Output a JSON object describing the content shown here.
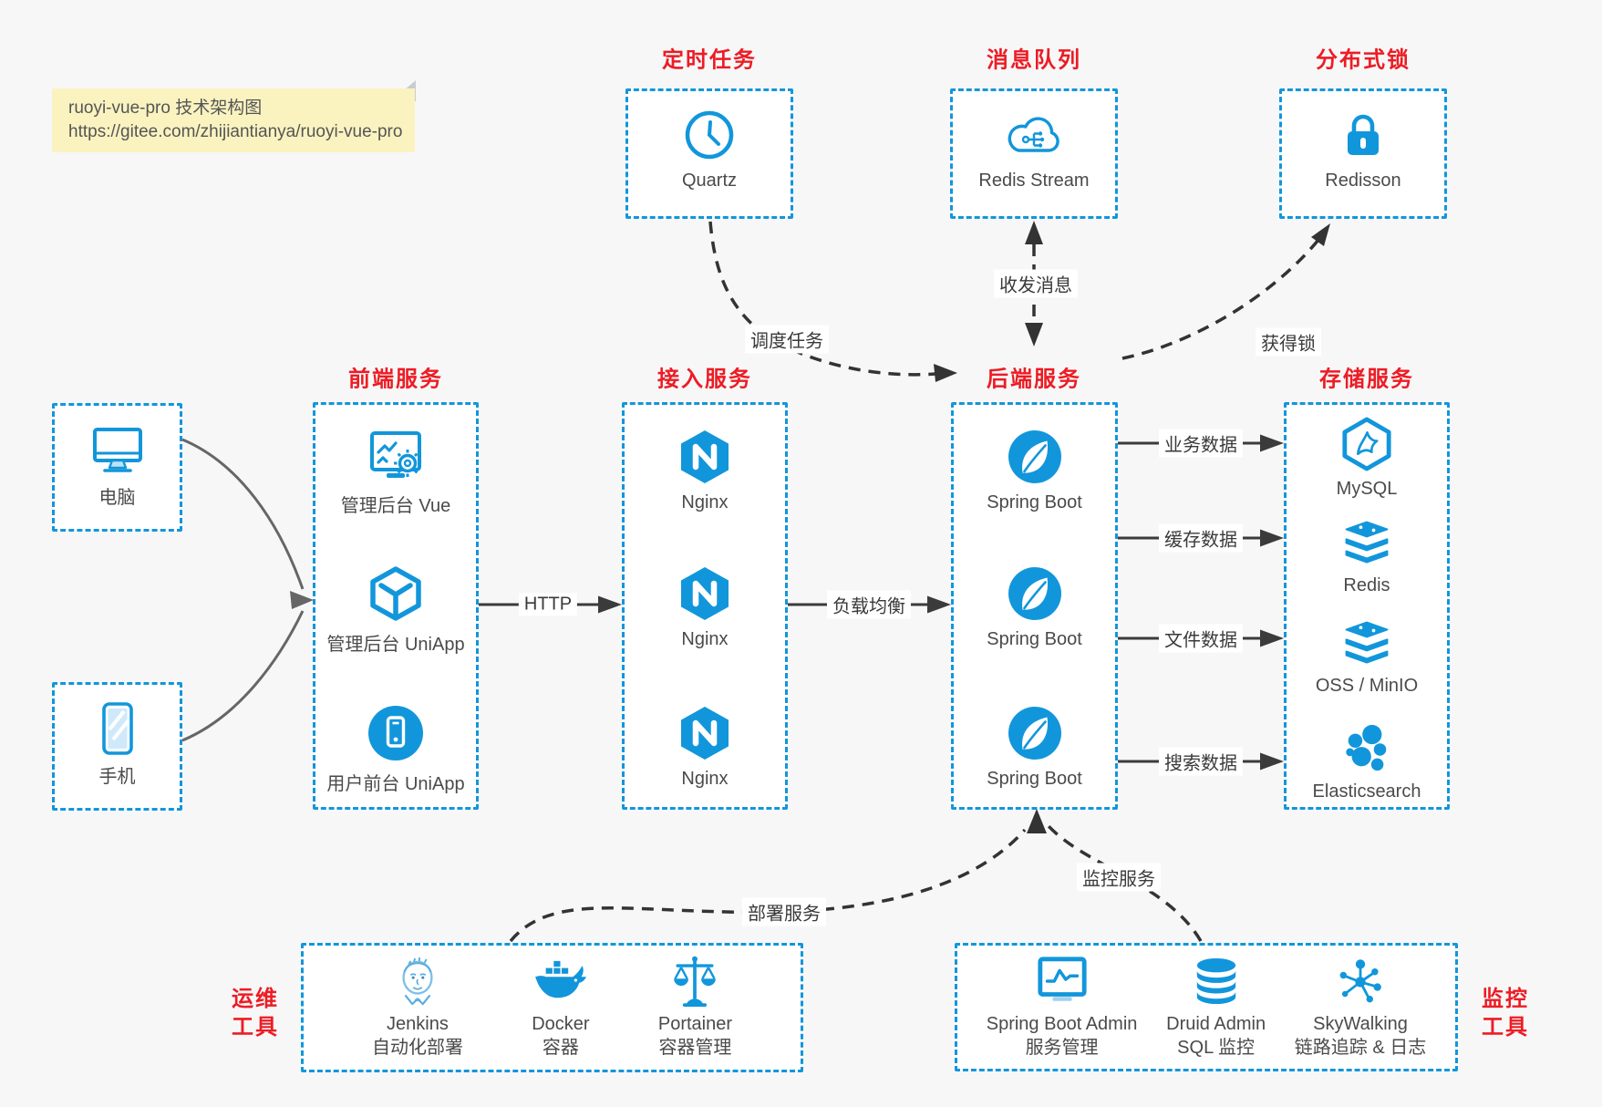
{
  "note": {
    "line1": "ruoyi-vue-pro 技术架构图",
    "line2": "https://gitee.com/zhijiantianya/ruoyi-vue-pro"
  },
  "colors": {
    "accent_blue": "#1296db",
    "title_red": "#ed1c24",
    "note_bg": "#faf3c0",
    "canvas_bg": "#f7f7f8",
    "dark_line": "#333333",
    "client_line_gray": "#666666",
    "text": "#4a4a4a"
  },
  "top_groups": [
    {
      "title": "定时任务",
      "item": {
        "icon": "clock-icon",
        "label": "Quartz"
      }
    },
    {
      "title": "消息队列",
      "item": {
        "icon": "cloud-mq-icon",
        "label": "Redis Stream"
      }
    },
    {
      "title": "分布式锁",
      "item": {
        "icon": "lock-icon",
        "label": "Redisson"
      }
    }
  ],
  "clients": [
    {
      "icon": "desktop-icon",
      "label": "电脑"
    },
    {
      "icon": "smartphone-icon",
      "label": "手机"
    }
  ],
  "columns": [
    {
      "title": "前端服务",
      "items": [
        {
          "icon": "admin-vue-icon",
          "label": "管理后台 Vue"
        },
        {
          "icon": "uniapp-cube-icon",
          "label": "管理后台 UniApp"
        },
        {
          "icon": "mobile-app-icon",
          "label": "用户前台 UniApp"
        }
      ]
    },
    {
      "title": "接入服务",
      "items": [
        {
          "icon": "nginx-icon",
          "label": "Nginx"
        },
        {
          "icon": "nginx-icon",
          "label": "Nginx"
        },
        {
          "icon": "nginx-icon",
          "label": "Nginx"
        }
      ]
    },
    {
      "title": "后端服务",
      "items": [
        {
          "icon": "spring-boot-icon",
          "label": "Spring Boot"
        },
        {
          "icon": "spring-boot-icon",
          "label": "Spring Boot"
        },
        {
          "icon": "spring-boot-icon",
          "label": "Spring Boot"
        }
      ]
    },
    {
      "title": "存储服务",
      "items": [
        {
          "icon": "mysql-icon",
          "label": "MySQL"
        },
        {
          "icon": "redis-stack-icon",
          "label": "Redis"
        },
        {
          "icon": "redis-stack-icon",
          "label": "OSS / MinIO"
        },
        {
          "icon": "elasticsearch-icon",
          "label": "Elasticsearch"
        }
      ]
    }
  ],
  "bottom_groups": [
    {
      "side_label": {
        "line1": "运维",
        "line2": "工具"
      },
      "items": [
        {
          "icon": "jenkins-icon",
          "line1": "Jenkins",
          "line2": "自动化部署"
        },
        {
          "icon": "docker-icon",
          "line1": "Docker",
          "line2": "容器"
        },
        {
          "icon": "portainer-icon",
          "line1": "Portainer",
          "line2": "容器管理"
        }
      ]
    },
    {
      "side_label": {
        "line1": "监控",
        "line2": "工具"
      },
      "items": [
        {
          "icon": "spring-boot-admin-icon",
          "line1": "Spring Boot Admin",
          "line2": "服务管理"
        },
        {
          "icon": "druid-icon",
          "line1": "Druid Admin",
          "line2": "SQL 监控"
        },
        {
          "icon": "skywalking-icon",
          "line1": "SkyWalking",
          "line2": "链路追踪 & 日志"
        }
      ]
    }
  ],
  "edges": {
    "http": "HTTP",
    "load_balance": "负载均衡",
    "business_data": "业务数据",
    "cache_data": "缓存数据",
    "file_data": "文件数据",
    "search_data": "搜索数据",
    "schedule": "调度任务",
    "message": "收发消息",
    "lock": "获得锁",
    "deploy": "部署服务",
    "monitor": "监控服务"
  }
}
